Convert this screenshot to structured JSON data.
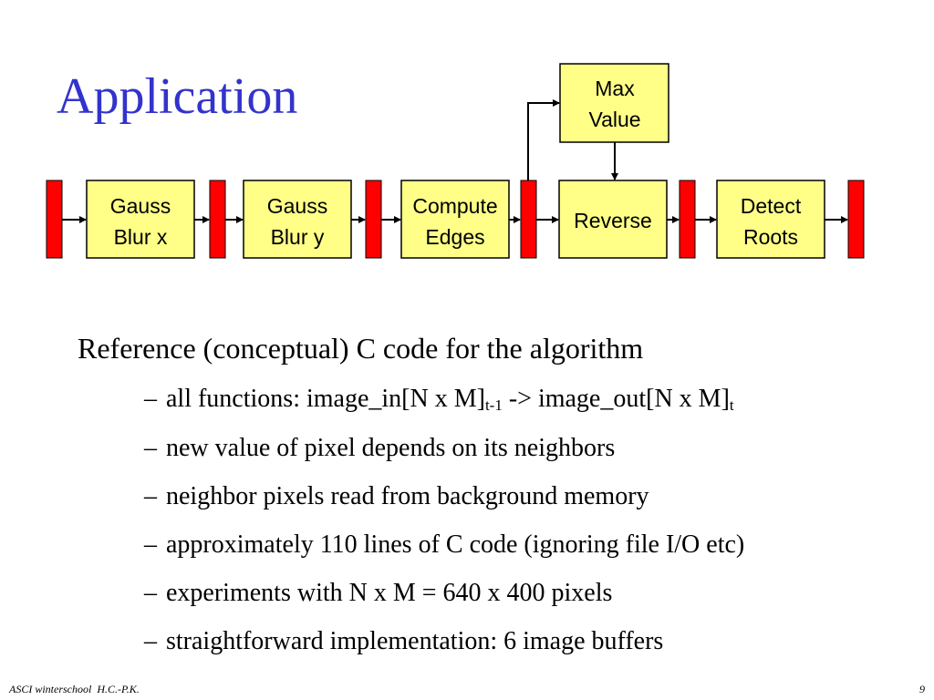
{
  "title": "Application",
  "diagram": {
    "stages": [
      {
        "line1": "Gauss",
        "line2": "Blur x"
      },
      {
        "line1": "Gauss",
        "line2": "Blur y"
      },
      {
        "line1": "Compute",
        "line2": "Edges"
      },
      {
        "line1": "Reverse",
        "line2": ""
      },
      {
        "line1": "Detect",
        "line2": "Roots"
      }
    ],
    "max_value": {
      "line1": "Max",
      "line2": "Value"
    },
    "colors": {
      "stage_fill": "#ffff88",
      "buffer_fill": "#ff0000",
      "outline": "#000000"
    }
  },
  "bullets": {
    "main": "Reference (conceptual) C code for the algorithm",
    "dash": "–",
    "sub1": {
      "text_a": "all functions: image_in[N x M]",
      "sub_a": "t-1",
      "text_b": " -> image_out[N x M]",
      "sub_b": "t"
    },
    "sub2": "new value of pixel depends on its neighbors",
    "sub3": "neighbor pixels read from background memory",
    "sub4": "approximately 110 lines of C code (ignoring file I/O etc)",
    "sub5": "experiments with N x M = 640 x 400 pixels",
    "sub6": "straightforward implementation: 6 image buffers"
  },
  "footer": {
    "left": "ASCI winterschool  H.C.-P.K.",
    "page": "9"
  },
  "title_color": "#3333cc"
}
